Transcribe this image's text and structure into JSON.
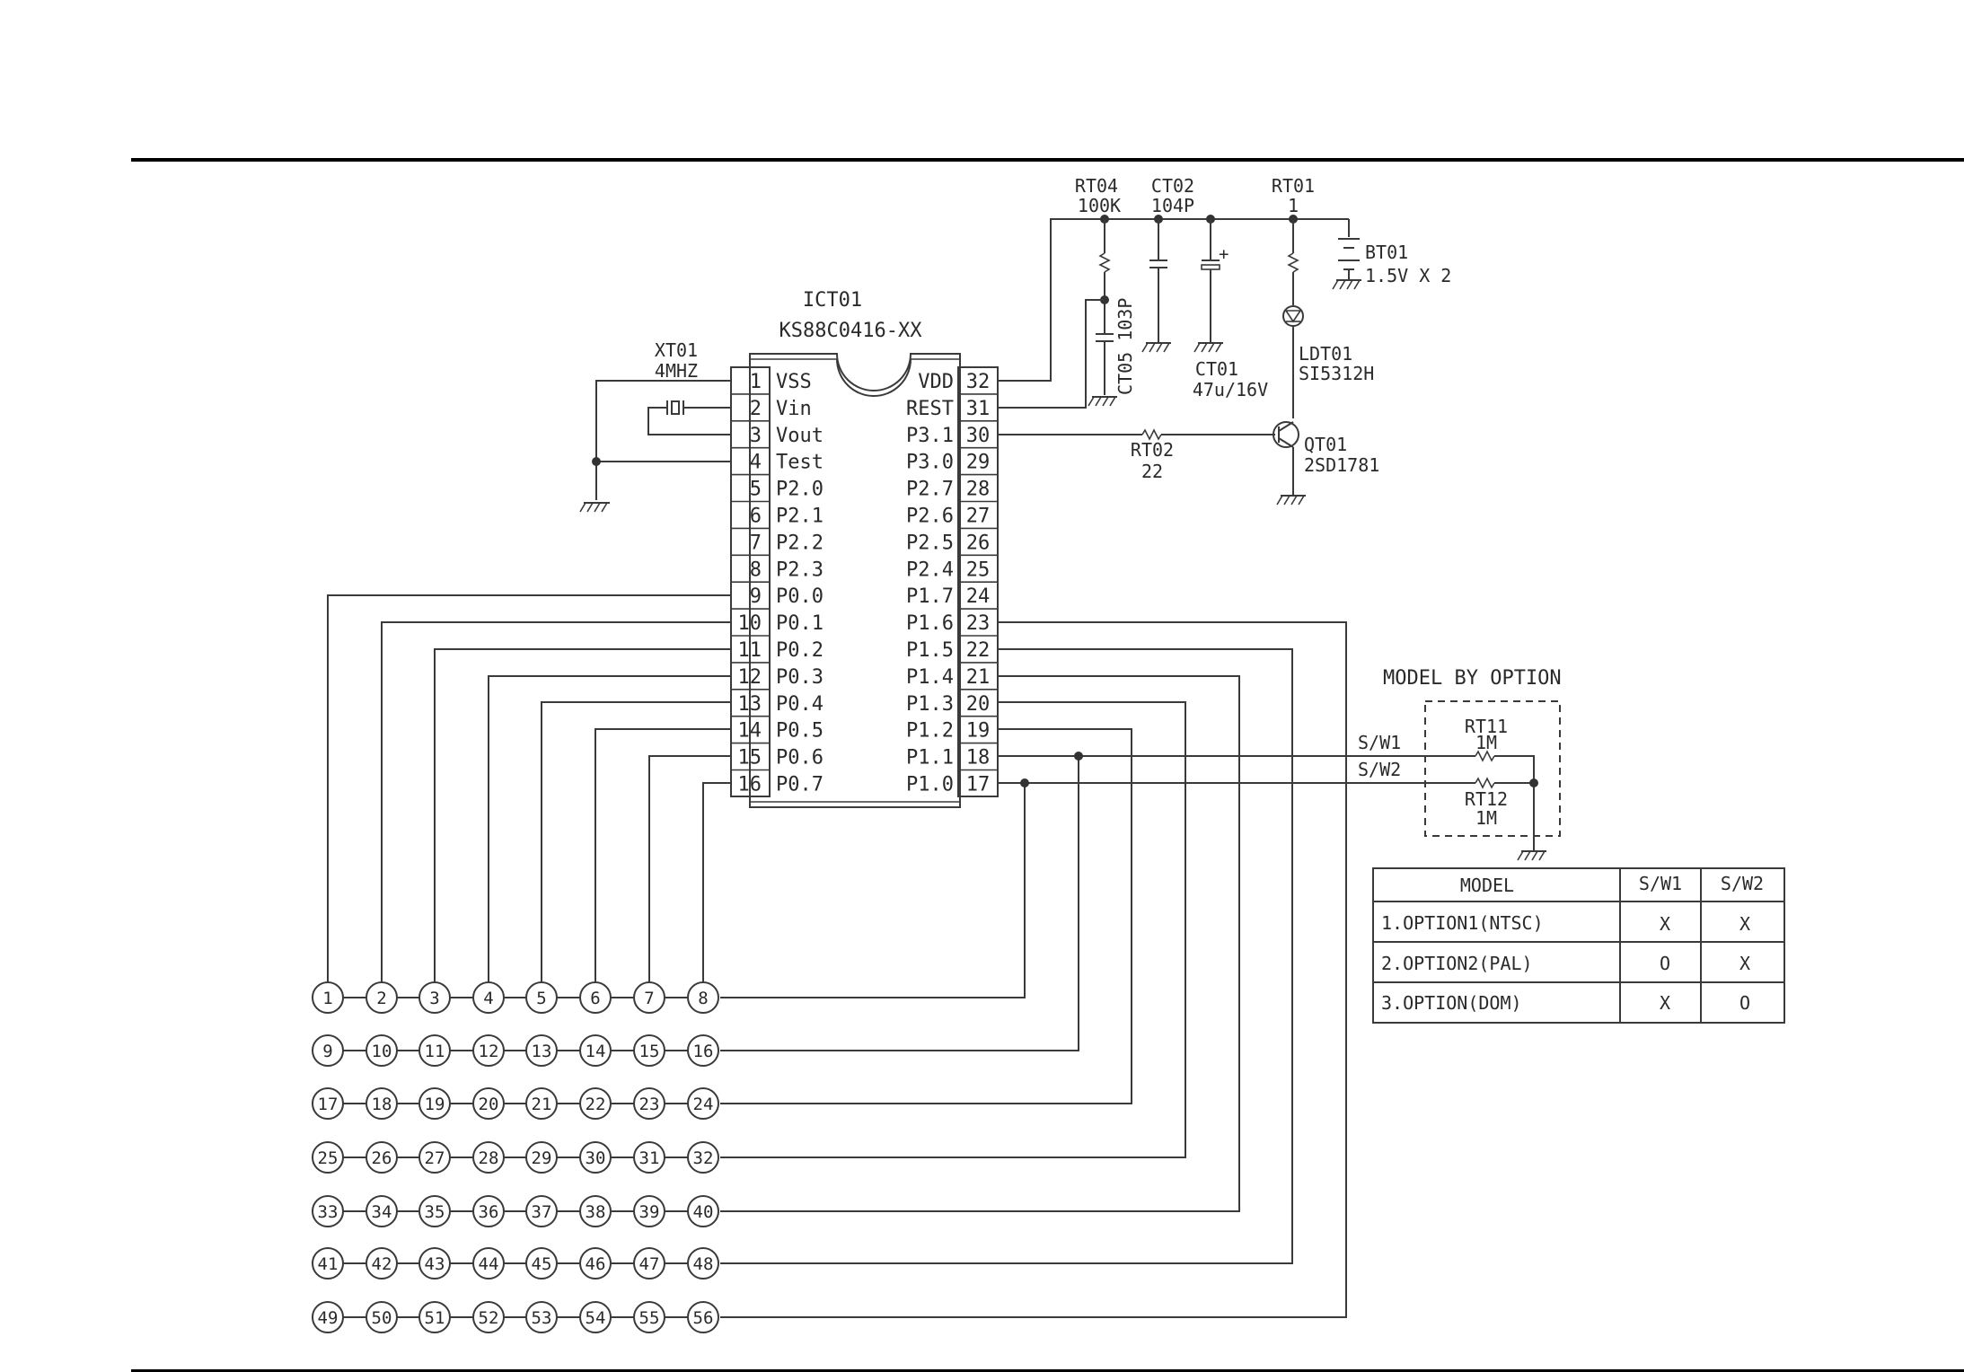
{
  "ic": {
    "ref": "ICT01",
    "part": "KS88C0416-XX",
    "left_pins": [
      {
        "num": "1",
        "name": "VSS"
      },
      {
        "num": "2",
        "name": "Vin"
      },
      {
        "num": "3",
        "name": "Vout"
      },
      {
        "num": "4",
        "name": "Test"
      },
      {
        "num": "5",
        "name": "P2.0"
      },
      {
        "num": "6",
        "name": "P2.1"
      },
      {
        "num": "7",
        "name": "P2.2"
      },
      {
        "num": "8",
        "name": "P2.3"
      },
      {
        "num": "9",
        "name": "P0.0"
      },
      {
        "num": "10",
        "name": "P0.1"
      },
      {
        "num": "11",
        "name": "P0.2"
      },
      {
        "num": "12",
        "name": "P0.3"
      },
      {
        "num": "13",
        "name": "P0.4"
      },
      {
        "num": "14",
        "name": "P0.5"
      },
      {
        "num": "15",
        "name": "P0.6"
      },
      {
        "num": "16",
        "name": "P0.7"
      }
    ],
    "right_pins": [
      {
        "num": "32",
        "name": "VDD"
      },
      {
        "num": "31",
        "name": "REST"
      },
      {
        "num": "30",
        "name": "P3.1"
      },
      {
        "num": "29",
        "name": "P3.0"
      },
      {
        "num": "28",
        "name": "P2.7"
      },
      {
        "num": "27",
        "name": "P2.6"
      },
      {
        "num": "26",
        "name": "P2.5"
      },
      {
        "num": "25",
        "name": "P2.4"
      },
      {
        "num": "24",
        "name": "P1.7"
      },
      {
        "num": "23",
        "name": "P1.6"
      },
      {
        "num": "22",
        "name": "P1.5"
      },
      {
        "num": "21",
        "name": "P1.4"
      },
      {
        "num": "20",
        "name": "P1.3"
      },
      {
        "num": "19",
        "name": "P1.2"
      },
      {
        "num": "18",
        "name": "P1.1"
      },
      {
        "num": "17",
        "name": "P1.0"
      }
    ]
  },
  "components": {
    "xt01": {
      "ref": "XT01",
      "value": "4MHZ"
    },
    "rt04": {
      "ref": "RT04",
      "value": "100K"
    },
    "ct02": {
      "ref": "CT02",
      "value": "104P"
    },
    "rt01": {
      "ref": "RT01",
      "value": "1"
    },
    "bt01": {
      "ref": "BT01",
      "value": "1.5V X 2"
    },
    "ct05": {
      "label": "CT05 103P"
    },
    "ct01": {
      "ref": "CT01",
      "value": "47u/16V"
    },
    "ldt01": {
      "ref": "LDT01",
      "value": "SI5312H"
    },
    "rt02": {
      "ref": "RT02",
      "value": "22"
    },
    "qt01": {
      "ref": "QT01",
      "value": "2SD1781"
    }
  },
  "option": {
    "title": "MODEL BY OPTION",
    "sw1": "S/W1",
    "sw2": "S/W2",
    "rt11": {
      "ref": "RT11",
      "value": "1M"
    },
    "rt12": {
      "ref": "RT12",
      "value": "1M"
    }
  },
  "option_table": {
    "headers": [
      "MODEL",
      "S/W1",
      "S/W2"
    ],
    "rows": [
      [
        "1.OPTION1(NTSC)",
        "X",
        "X"
      ],
      [
        "2.OPTION2(PAL)",
        "O",
        "X"
      ],
      [
        "3.OPTION(DOM)",
        "X",
        "O"
      ]
    ]
  },
  "keys": [
    [
      "1",
      "2",
      "3",
      "4",
      "5",
      "6",
      "7",
      "8"
    ],
    [
      "9",
      "10",
      "11",
      "12",
      "13",
      "14",
      "15",
      "16"
    ],
    [
      "17",
      "18",
      "19",
      "20",
      "21",
      "22",
      "23",
      "24"
    ],
    [
      "25",
      "26",
      "27",
      "28",
      "29",
      "30",
      "31",
      "32"
    ],
    [
      "33",
      "34",
      "35",
      "36",
      "37",
      "38",
      "39",
      "40"
    ],
    [
      "41",
      "42",
      "43",
      "44",
      "45",
      "46",
      "47",
      "48"
    ],
    [
      "49",
      "50",
      "51",
      "52",
      "53",
      "54",
      "55",
      "56"
    ]
  ]
}
